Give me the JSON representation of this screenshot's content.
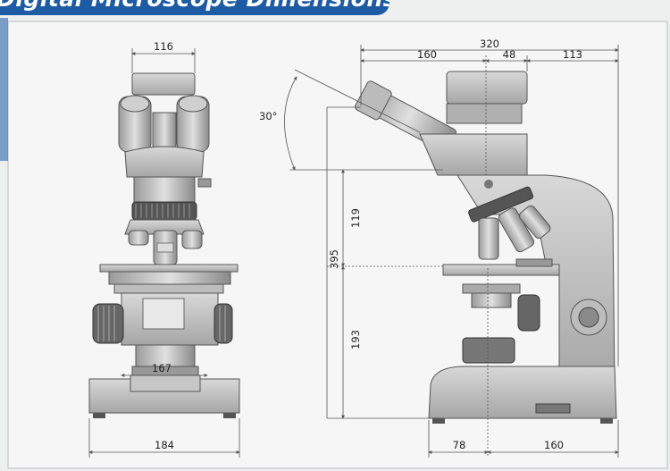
{
  "header": {
    "title": "Digital Microscope Dimensions",
    "title_color": "#1d5ba5"
  },
  "front_view": {
    "top_width": "116",
    "stage_width": "167",
    "base_width": "184"
  },
  "side_view": {
    "total_width": "320",
    "seg_left": "160",
    "seg_mid": "48",
    "seg_right": "113",
    "angle": "30°",
    "height_total": "395",
    "height_upper": "119",
    "height_lower": "193",
    "base_left": "78",
    "base_right": "160"
  }
}
